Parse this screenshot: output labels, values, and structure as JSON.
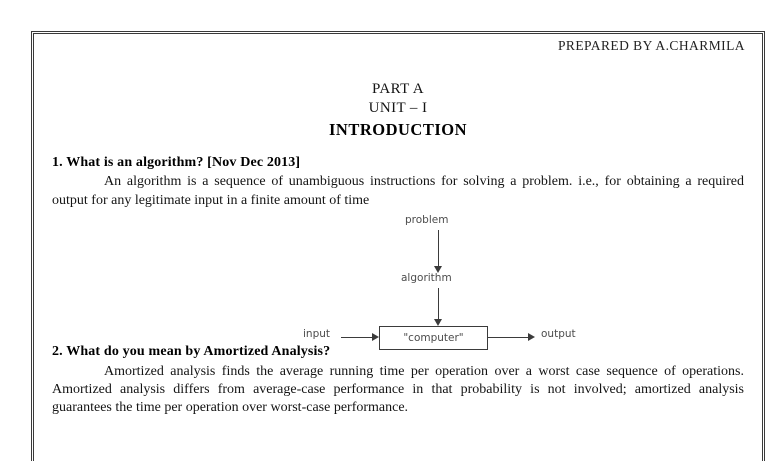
{
  "document": {
    "running_header": "PREPARED BY A.CHARMILA",
    "title": {
      "line1": "PART A",
      "line2": "UNIT – I",
      "line3": "INTRODUCTION"
    },
    "questions": [
      {
        "heading": "1. What is an algorithm? [Nov Dec 2013]",
        "answer": "An algorithm is a sequence of unambiguous instructions for solving a problem. i.e., for obtaining a required output for any legitimate input in a finite amount of time"
      },
      {
        "heading": "2. What do you mean by Amortized Analysis?",
        "answer": "Amortized analysis finds the average running time per operation over a worst case sequence of operations. Amortized analysis differs from average-case performance in that probability is not involved; amortized analysis guarantees the time per operation over worst-case performance."
      }
    ],
    "figure": {
      "nodes": {
        "problem": "problem",
        "algorithm": "algorithm",
        "computer": "\"computer\"",
        "input": "input",
        "output": "output"
      }
    }
  },
  "colors": {
    "page_background": "#ffffff",
    "text": "#141414",
    "border": "#3a3a3a",
    "figure_stroke": "#3b3b3b",
    "figure_text": "#4c4c4c"
  }
}
